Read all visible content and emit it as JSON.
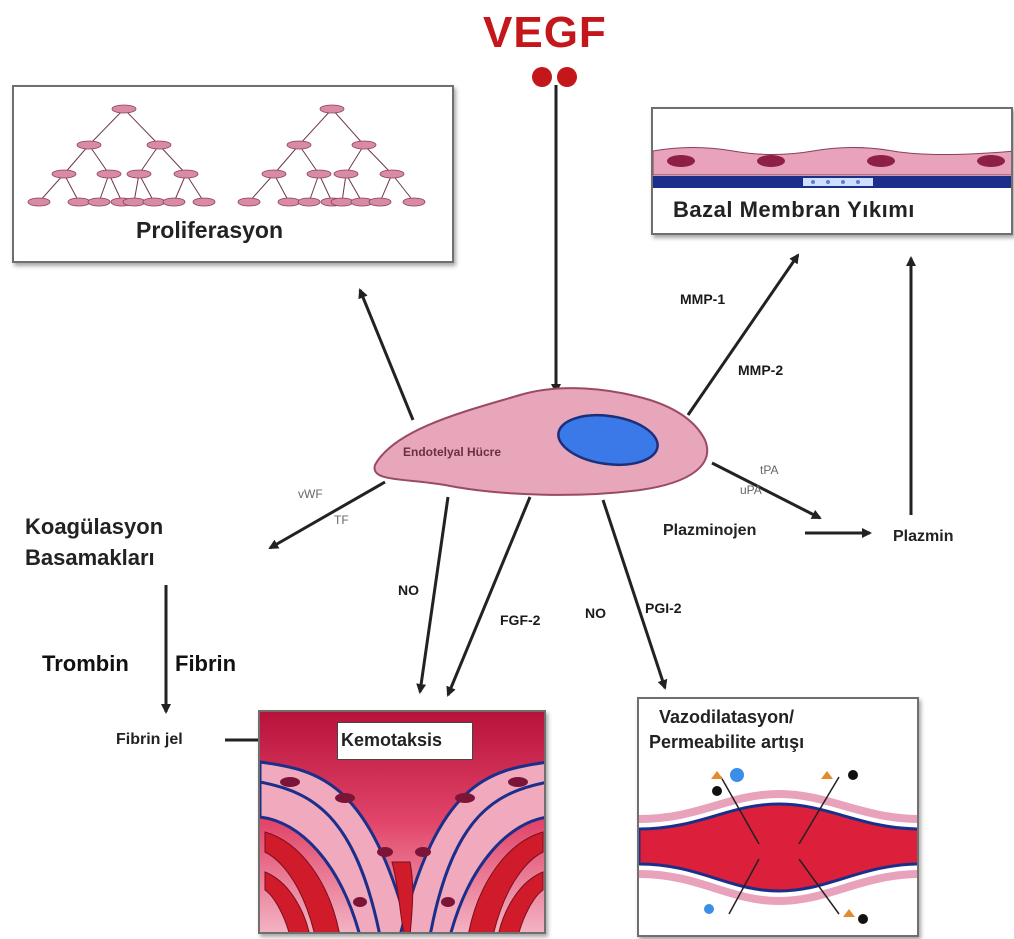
{
  "title": "VEGF",
  "center_cell": "Endotelyal Hücre",
  "boxes": {
    "proliferation": "Proliferasyon",
    "basement": "Bazal Membran Yıkımı",
    "chemotaxis": "Kemotaksis",
    "vasodilation": "Vazodilatasyon/\nPermeabilite artışı"
  },
  "labels": {
    "coagulation": "Koagülasyon\nBasamakları",
    "thrombin": "Trombin",
    "fibrin": "Fibrin",
    "fibrin_gel": "Fibrin jel",
    "plasminogen": "Plazminojen",
    "plasmin": "Plazmin",
    "mmp1": "MMP-1",
    "mmp2": "MMP-2",
    "tpa": "tPA",
    "upa": "uPA",
    "vwf": "vWF",
    "tf": "TF",
    "no_left": "NO",
    "fgf2": "FGF-2",
    "no_right": "NO",
    "pgi2": "PGI-2"
  },
  "colors": {
    "vegf_red": "#c4171c",
    "cell_pink": "#e7a6ba",
    "nucleus_blue": "#3b78e8",
    "vessel_red": "#d4132b",
    "membrane_blue": "#1b2f8a"
  }
}
